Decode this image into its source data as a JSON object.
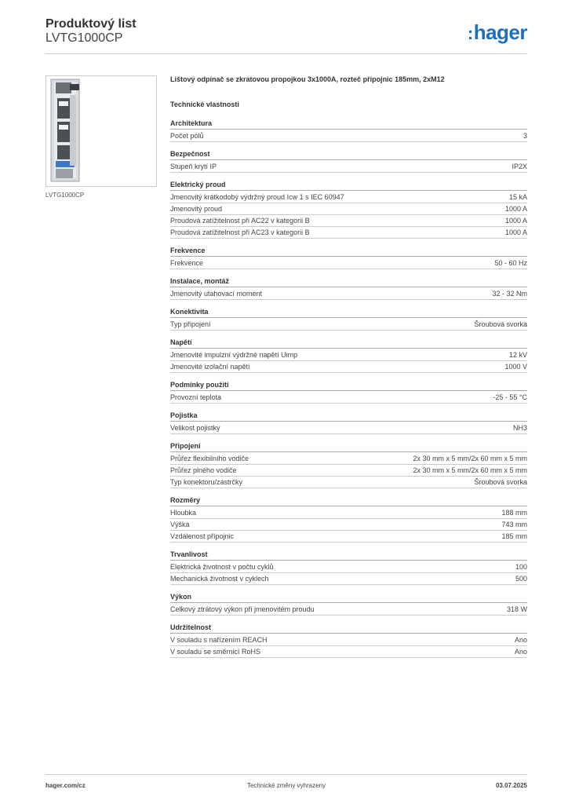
{
  "header": {
    "title": "Produktový list",
    "product_code": "LVTG1000CP",
    "logo": "hager",
    "logo_color": "#1e6fc2"
  },
  "image": {
    "caption": "LVTG1000CP"
  },
  "description": "Lištový odpínač se zkratovou propojkou 3x1000A, rozteč přípojnic 185mm, 2xM12",
  "tech_title": "Technické vlastnosti",
  "sections": [
    {
      "title": "Architektura",
      "rows": [
        [
          "Počet pólů",
          "3"
        ]
      ]
    },
    {
      "title": "Bezpečnost",
      "rows": [
        [
          "Stupeň krytí IP",
          "IP2X"
        ]
      ]
    },
    {
      "title": "Elektrický proud",
      "rows": [
        [
          "Jmenovitý krátkodobý výdržný proud Icw 1 s IEC 60947",
          "15 kA"
        ],
        [
          "Jmenovitý proud",
          "1000 A"
        ],
        [
          "Proudová zatížitelnost při AC22 v kategorii B",
          "1000 A"
        ],
        [
          "Proudová zatížitelnost při AC23 v kategorii B",
          "1000 A"
        ]
      ]
    },
    {
      "title": "Frekvence",
      "rows": [
        [
          "Frekvence",
          "50 - 60 Hz"
        ]
      ]
    },
    {
      "title": "Instalace, montáž",
      "rows": [
        [
          "Jmenovitý utahovací moment",
          "32 - 32 Nm"
        ]
      ]
    },
    {
      "title": "Konektivita",
      "rows": [
        [
          "Typ připojení",
          "Šroubová svorka"
        ]
      ]
    },
    {
      "title": "Napětí",
      "rows": [
        [
          "Jmenovité impulzní výdržné napětí Uimp",
          "12 kV"
        ],
        [
          "Jmenovité izolační napětí",
          "1000 V"
        ]
      ]
    },
    {
      "title": "Podmínky použití",
      "rows": [
        [
          "Provozní teplota",
          "-25 - 55 °C"
        ]
      ]
    },
    {
      "title": "Pojistka",
      "rows": [
        [
          "Velikost pojistky",
          "NH3"
        ]
      ]
    },
    {
      "title": "Připojení",
      "rows": [
        [
          "Průřez flexibilního vodiče",
          "2x 30 mm x 5 mm/2x 60 mm x 5 mm"
        ],
        [
          "Průřez plného vodiče",
          "2x 30 mm x 5 mm/2x 60 mm x 5 mm"
        ],
        [
          "Typ konektoru/zástrčky",
          "Šroubová svorka"
        ]
      ]
    },
    {
      "title": "Rozměry",
      "rows": [
        [
          "Hloubka",
          "188 mm"
        ],
        [
          "Výška",
          "743 mm"
        ],
        [
          "Vzdálenost přípojnic",
          "185 mm"
        ]
      ]
    },
    {
      "title": "Trvanlivost",
      "rows": [
        [
          "Elektrická životnost v počtu cyklů",
          "100"
        ],
        [
          "Mechanická životnost v cyklech",
          "500"
        ]
      ]
    },
    {
      "title": "Výkon",
      "rows": [
        [
          "Celkový ztrátový výkon při jmenovitém proudu",
          "318 W"
        ]
      ]
    },
    {
      "title": "Udržitelnost",
      "rows": [
        [
          "V souladu s nařízením REACH",
          "Ano"
        ],
        [
          "V souladu se směrnicí RoHS",
          "Ano"
        ]
      ]
    }
  ],
  "footer": {
    "website": "hager.com/cz",
    "note": "Technické změny vyhrazeny",
    "date": "03.07.2025"
  }
}
